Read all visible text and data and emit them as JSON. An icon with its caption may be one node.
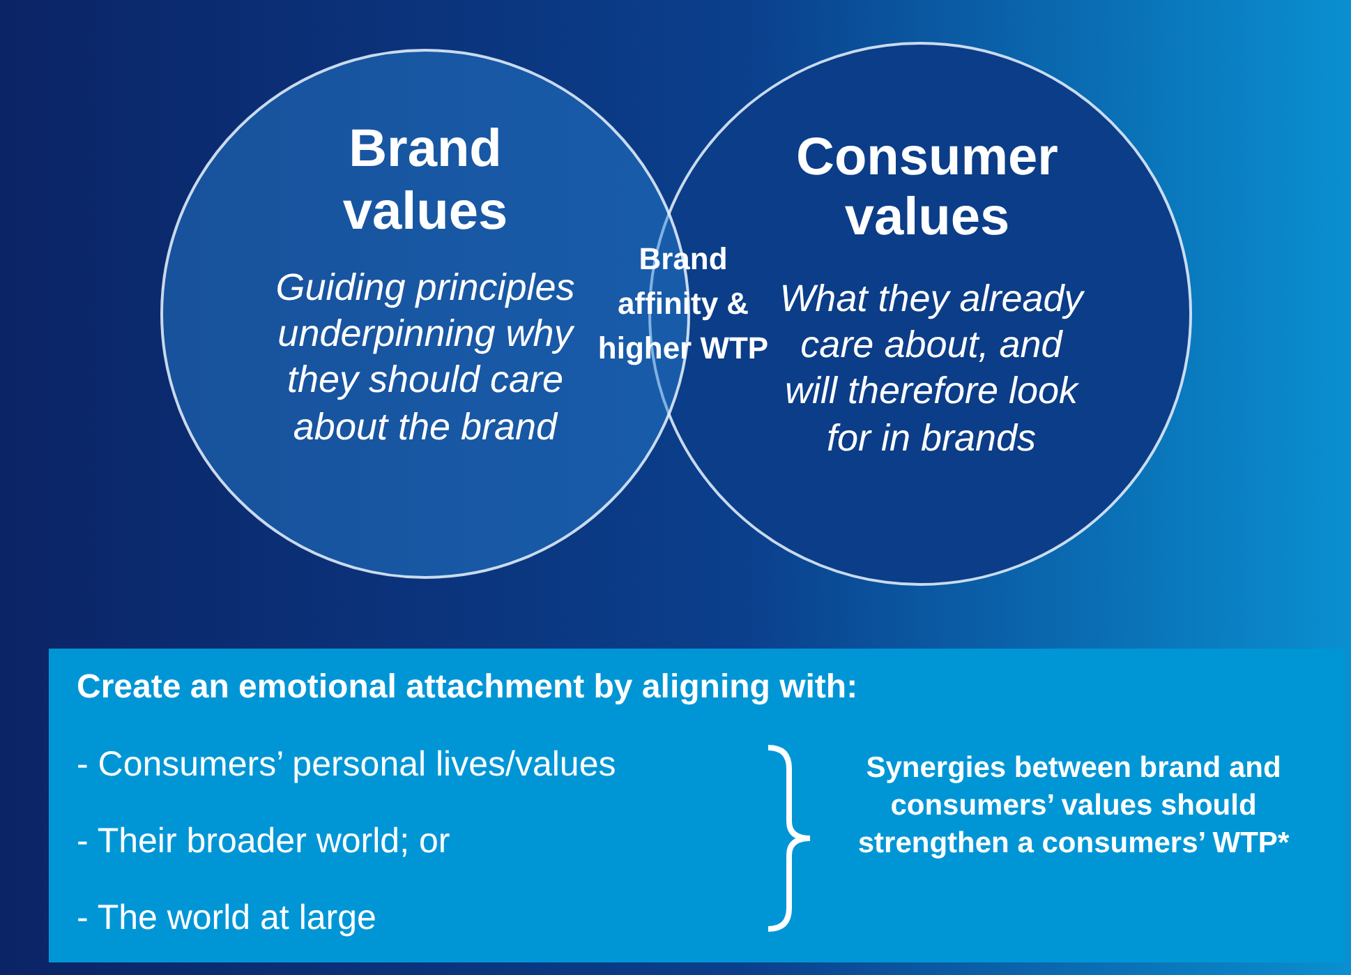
{
  "diagram": {
    "nodes": [
      {
        "text": [
          "Brand values",
          "Guiding principles underpinning why they should care about the brand"
        ]
      },
      {
        "text": [
          "Consumer values",
          "What they already care about, and will therefore look for in brands"
        ]
      },
      {
        "text": [
          "Brand affinity & higher WTP"
        ]
      },
      {
        "text": [
          "Create an emotional attachment by aligning with:",
          "- Consumers’ personal lives/values",
          "- Their broader world; or",
          "- The world at large",
          "Synergies between brand and consumers’ values should strengthen a consumers’ WTP*"
        ]
      }
    ]
  }
}
